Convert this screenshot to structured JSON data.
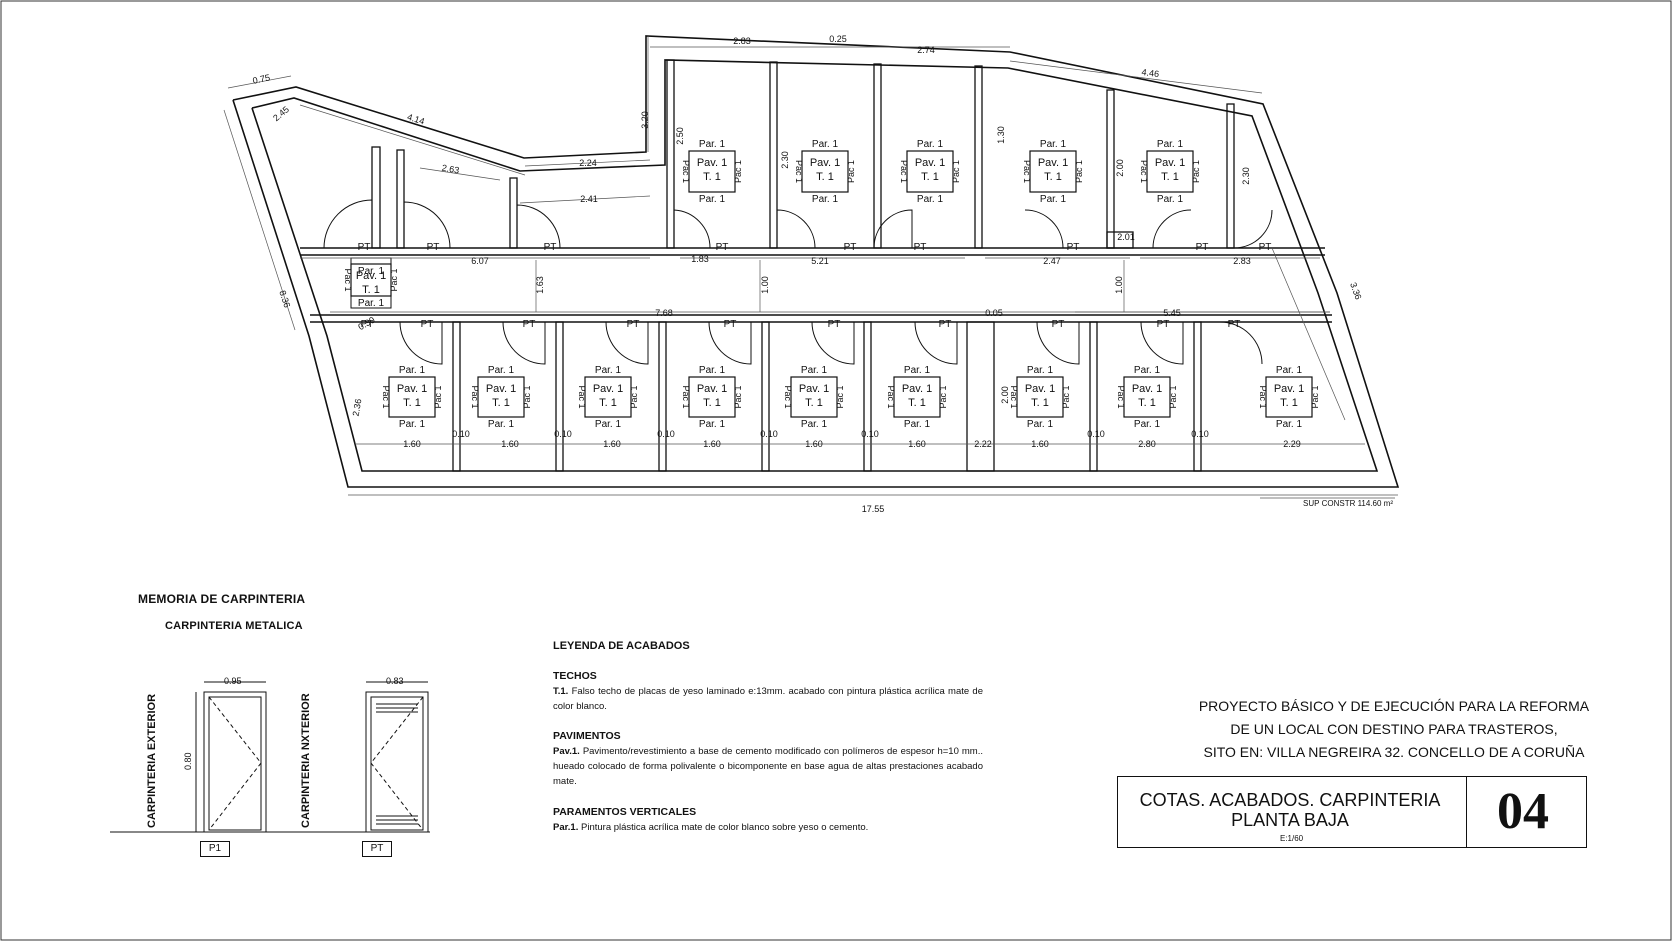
{
  "plan": {
    "room_tags": {
      "par": "Par. 1",
      "pav": "Pav. 1",
      "t": "T. 1",
      "pac": "Pac 1"
    },
    "door_tag": "PT",
    "dims": {
      "top_2_83": "2.83",
      "top_0_25": "0.25",
      "top_2_74": "2.74",
      "top_4_46": "4.46",
      "left_0_75": "0.75",
      "diag_4_14": "4.14",
      "d_2_24": "2.24",
      "d_2_41": "2.41",
      "d_2_63": "2.63",
      "d_2_45": "2.45",
      "d_6_07": "6.07",
      "d_5_21": "5.21",
      "d_2_47": "2.47",
      "d_2_83b": "2.83",
      "d_7_68": "7.68",
      "d_5_45": "5.45",
      "d_17_55": "17.55",
      "right_3_36": "3.36",
      "left_8_36": "8.36",
      "d_1_60": "1.60",
      "d_0_10": "0.10",
      "d_2_80": "2.80",
      "d_2_29": "2.29",
      "d_1_00": "1.00",
      "d_1_63": "1.63",
      "d_2_50": "2.50",
      "d_2_30": "2.30",
      "d_2_00": "2.00",
      "d_2_01": "2.01",
      "d_1_30": "1.30",
      "d_0_05": "0.05",
      "d_2_22": "2.22",
      "d_3_20": "3.20",
      "d_1_83": "1.83",
      "d_0_30": "0.30",
      "d_2_36": "2.36"
    },
    "sup": "SUP CONSTR 114.60 m²"
  },
  "memoria": {
    "title": "MEMORIA DE CARPINTERIA",
    "subtitle": "CARPINTERIA METALICA",
    "door1": {
      "label": "CARPINTERIA EXTERIOR",
      "width": "0.95",
      "height": "0.80",
      "tag": "P1"
    },
    "door2": {
      "label": "CARPINTERIA NXTERIOR",
      "width": "0.83",
      "tag": "PT"
    }
  },
  "leyenda": {
    "title": "LEYENDA DE ACABADOS",
    "techos_h": "TECHOS",
    "techos_code": "T.1.",
    "techos_text": "Falso techo de placas de yeso laminado e:13mm. acabado con pintura plástica acrílica mate de color blanco.",
    "pav_h": "PAVIMENTOS",
    "pav_code": "Pav.1.",
    "pav_text": "Pavimento/revestimiento a base de cemento modificado con polímeros de espesor h=10 mm.. hueado colocado de forma polivalente o bicomponente en base agua de altas prestaciones acabado mate.",
    "par_h": "PARAMENTOS VERTICALES",
    "par_code": "Par.1.",
    "par_text": "Pintura plástica acrílica mate de color blanco sobre yeso o cemento."
  },
  "project": {
    "line1": "PROYECTO BÁSICO Y DE EJECUCIÓN PARA LA REFORMA",
    "line2": "DE UN LOCAL  CON DESTINO PARA TRASTEROS,",
    "line3": "SITO EN: VILLA NEGREIRA 32. CONCELLO DE  A CORUÑA"
  },
  "titleblock": {
    "title1": "COTAS. ACABADOS. CARPINTERIA",
    "title2": "PLANTA BAJA",
    "scale": "E:1/60",
    "sheet": "04"
  }
}
